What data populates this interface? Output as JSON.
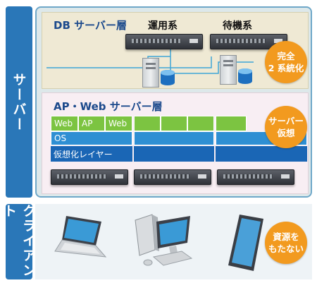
{
  "labels": {
    "server": "サーバー",
    "client": "クライアント"
  },
  "db_section": {
    "title": "DB サーバー層",
    "active": "運用系",
    "standby": "待機系",
    "badge": [
      "完全",
      "2 系統化"
    ]
  },
  "ap_section": {
    "title": "AP・Web サーバー層",
    "badge": [
      "サーバー",
      "仮想"
    ],
    "vm_cells": [
      "Web",
      "AP",
      "Web"
    ],
    "os": "OS",
    "virt_layer": "仮想化レイヤー"
  },
  "client_section": {
    "badge": [
      "資源を",
      "もたない"
    ]
  },
  "colors": {
    "accent_blue": "#2a77b8",
    "badge_orange": "#f29a1f",
    "vm_green": "#7cc441",
    "os_blue": "#2e8fd3",
    "layer_blue": "#1a66b5"
  }
}
